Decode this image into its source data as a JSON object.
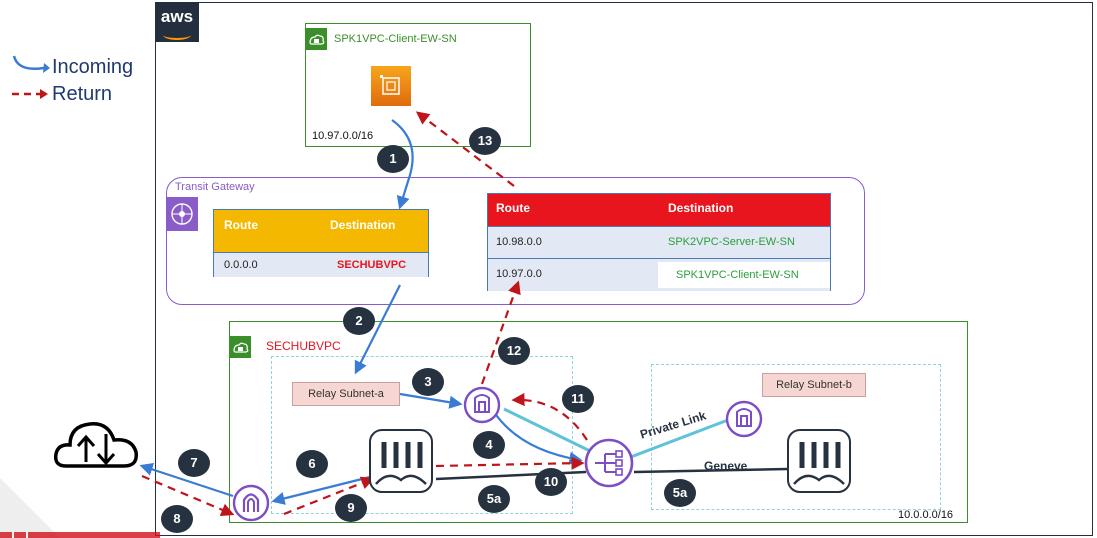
{
  "legend": {
    "incoming": "Incoming",
    "return": "Return"
  },
  "aws_logo": "aws",
  "client_vpc": {
    "name": "SPK1VPC-Client-EW-SN",
    "cidr": "10.97.0.0/16"
  },
  "transit_gateway": {
    "title": "Transit Gateway"
  },
  "tgw_rt_incoming": {
    "headers": [
      "Route",
      "Destination"
    ],
    "rows": [
      {
        "route": "0.0.0.0",
        "destination": "SECHUBVPC"
      }
    ]
  },
  "tgw_rt_return": {
    "headers": [
      "Route",
      "Destination"
    ],
    "rows": [
      {
        "route": "10.98.0.0",
        "destination": "SPK2VPC-Server-EW-SN"
      },
      {
        "route": "10.97.0.0",
        "destination": "SPK1VPC-Client-EW-SN"
      }
    ]
  },
  "sechub_vpc": {
    "name": "SECHUBVPC",
    "cidr": "10.0.0.0/16"
  },
  "subnets": {
    "relay_a": "Relay Subnet-a",
    "relay_b": "Relay Subnet-b"
  },
  "links": {
    "private_link": "Private Link",
    "geneve": "Geneve"
  },
  "steps": [
    "1",
    "2",
    "3",
    "4",
    "5a",
    "5a",
    "6",
    "7",
    "8",
    "9",
    "10",
    "11",
    "12",
    "13"
  ],
  "colors": {
    "incoming": "#3a7bd5",
    "return": "#c0141b",
    "vpc": "#3b8f2b",
    "tgw": "#8a5cc8",
    "orange_header": "#f5b800",
    "red_header": "#e8151e"
  },
  "icons": [
    "ec2-instance-icon",
    "transit-gateway-icon",
    "gateway-load-balancer-endpoint-icon",
    "gateway-load-balancer-icon",
    "firewall-appliance-icon",
    "internet-gateway-icon",
    "internet-cloud-icon",
    "vpc-lock-icon"
  ]
}
